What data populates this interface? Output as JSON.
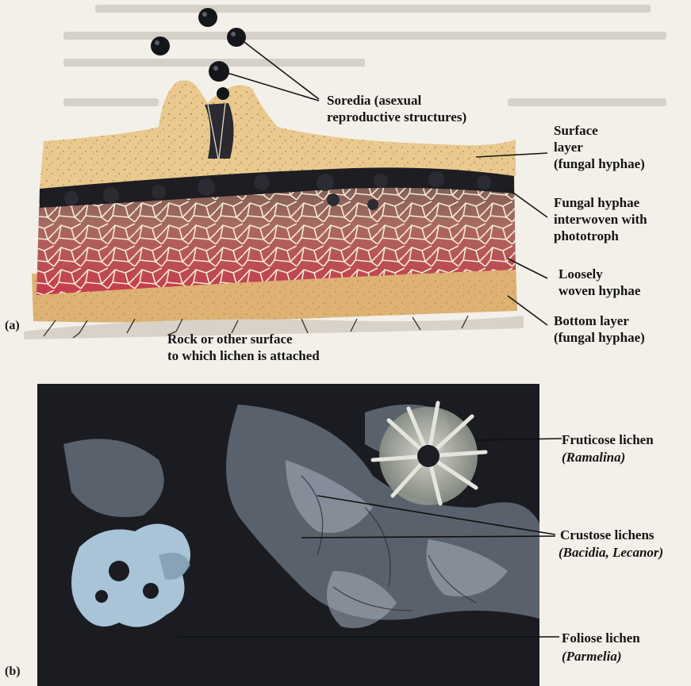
{
  "panel_a": {
    "letter": "(a)",
    "labels": {
      "soredia": "Soredia (asexual\nreproductive structures)",
      "surface": "Surface\nlayer\n(fungal hyphae)",
      "interwoven": "Fungal hyphae\ninterwoven with\nphototroph",
      "loosely": "Loosely\nwoven hyphae",
      "bottom": "Bottom layer\n(fungal hyphae)",
      "rock": "Rock or other surface\nto which lichen is attached"
    }
  },
  "panel_b": {
    "letter": "(b)",
    "labels": {
      "fruticose_name": "Fruticose lichen",
      "fruticose_genus": "(Ramalina)",
      "crustose_name": "Crustose lichens",
      "crustose_genus": "(Bacidia, Lecanor)",
      "foliose_name": "Foliose lichen",
      "foliose_genus": "(Parmelia)"
    }
  },
  "colors": {
    "cortex": "#e8c68a",
    "algal": "#3a2a24",
    "medulla": "#b06a5a",
    "medulla_deep": "#c33a48",
    "photo_dark": "#1b1d24"
  }
}
